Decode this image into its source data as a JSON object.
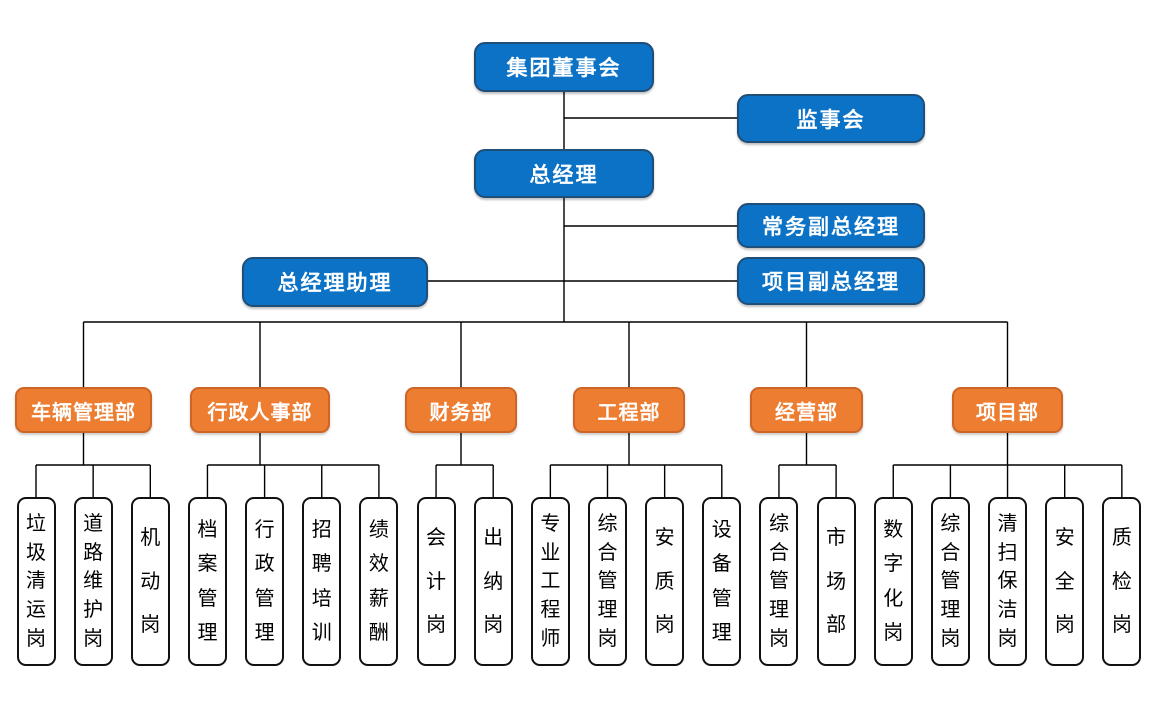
{
  "colors": {
    "box_blue": "#0b72c6",
    "box_blue_border": "#1f4e79",
    "box_orange": "#ed7d31",
    "box_orange_border": "#cc6525",
    "leaf_fill": "#ffffff",
    "leaf_border": "#111111",
    "leaf_text": "#000000",
    "connector": "#000000",
    "text_on_fill": "#ffffff"
  },
  "top": {
    "board": {
      "label": "集团董事会"
    },
    "supervisory": {
      "label": "监事会"
    },
    "gm": {
      "label": "总经理"
    },
    "exec_deputy_gm": {
      "label": "常务副总经理"
    },
    "project_deputy_gm": {
      "label": "项目副总经理"
    },
    "gm_assistant": {
      "label": "总经理助理"
    }
  },
  "departments": [
    {
      "label": "车辆管理部",
      "positions": [
        "垃圾清运岗",
        "道路维护岗",
        "机动岗"
      ]
    },
    {
      "label": "行政人事部",
      "positions": [
        "档案管理",
        "行政管理",
        "招聘培训",
        "绩效薪酬"
      ]
    },
    {
      "label": "财务部",
      "positions": [
        "会计岗",
        "出纳岗"
      ]
    },
    {
      "label": "工程部",
      "positions": [
        "专业工程师",
        "综合管理岗",
        "安质岗",
        "设备管理"
      ]
    },
    {
      "label": "经营部",
      "positions": [
        "综合管理岗",
        "市场部"
      ]
    },
    {
      "label": "项目部",
      "positions": [
        "数字化岗",
        "综合管理岗",
        "清扫保洁岗",
        "安全岗",
        "质检岗"
      ]
    }
  ]
}
